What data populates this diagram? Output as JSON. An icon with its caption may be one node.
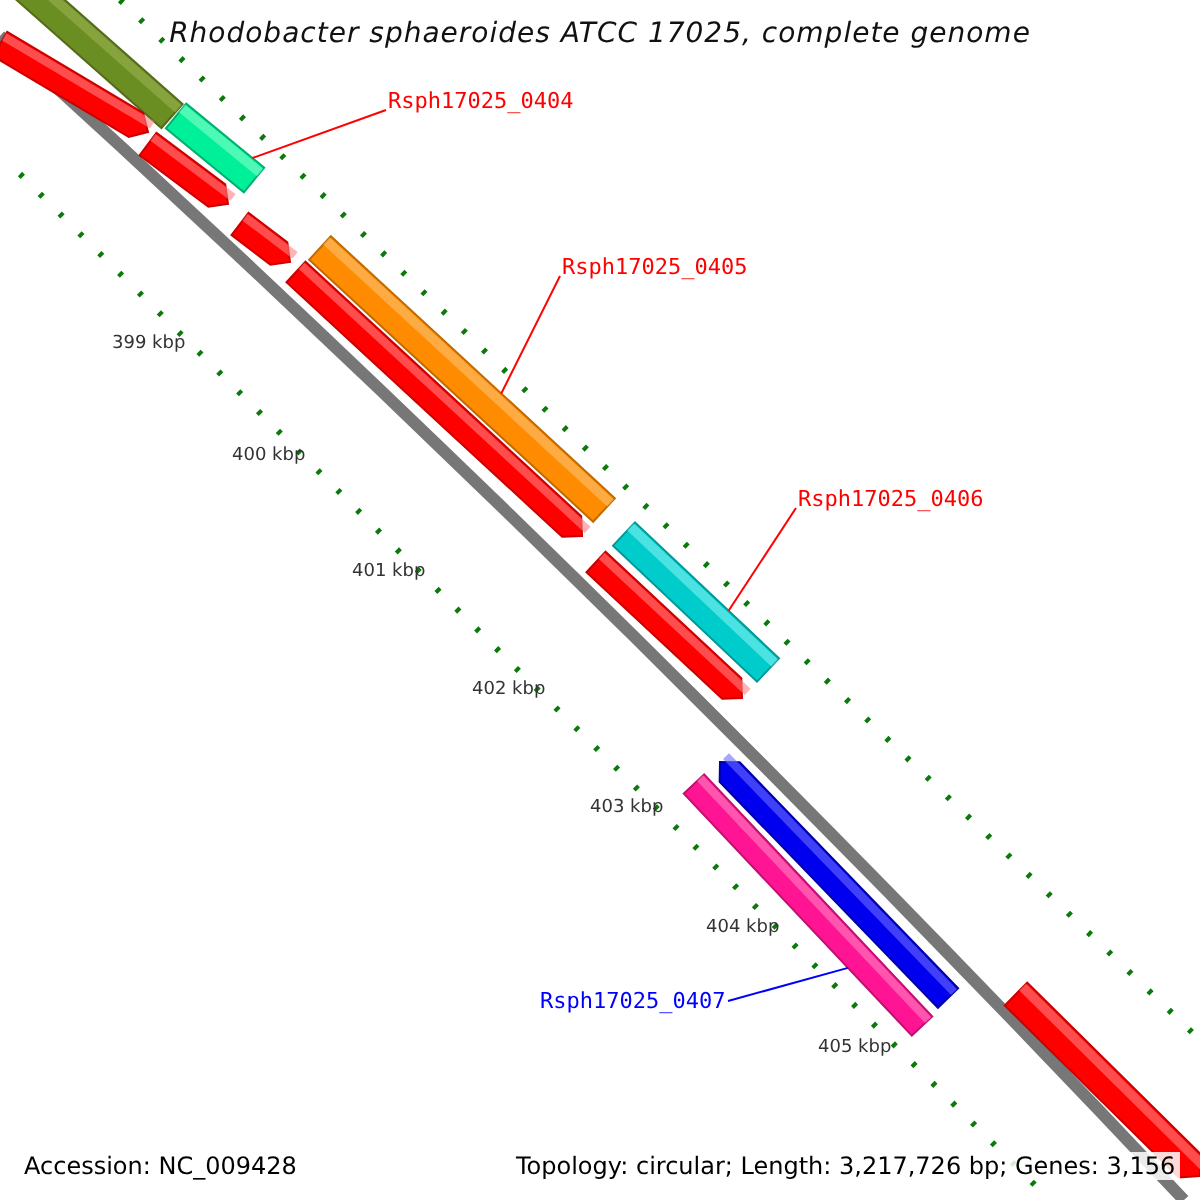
{
  "diagram": {
    "title": "Rhodobacter sphaeroides ATCC 17025, complete genome",
    "nodes": [
      {
        "text": [
          "Rsph17025_0404"
        ]
      },
      {
        "text": [],
        "shape": "bar"
      },
      {
        "text": [
          "Rsph17025_0405"
        ]
      },
      {
        "text": [],
        "shape": "bar"
      },
      {
        "text": [
          "Rsph17025_0406"
        ]
      },
      {
        "text": [],
        "shape": "bar"
      },
      {
        "text": [
          "Rsph17025_0407"
        ]
      },
      {
        "text": [],
        "shape": "bar"
      }
    ],
    "edges": [
      {
        "from": 0,
        "to": 1,
        "arrow": "none"
      },
      {
        "from": 2,
        "to": 3,
        "arrow": "none"
      },
      {
        "from": 4,
        "to": 5,
        "arrow": "none"
      },
      {
        "from": 6,
        "to": 7,
        "arrow": "none",
        "color": "#0000ff"
      }
    ],
    "labels": [
      "399 kbp",
      "400 kbp",
      "401 kbp",
      "402 kbp",
      "403 kbp",
      "404 kbp",
      "405 kbp",
      "Accession: NC_009428",
      "Topology: circular; Length: 3,217,726 bp; Genes: 3,156"
    ]
  }
}
